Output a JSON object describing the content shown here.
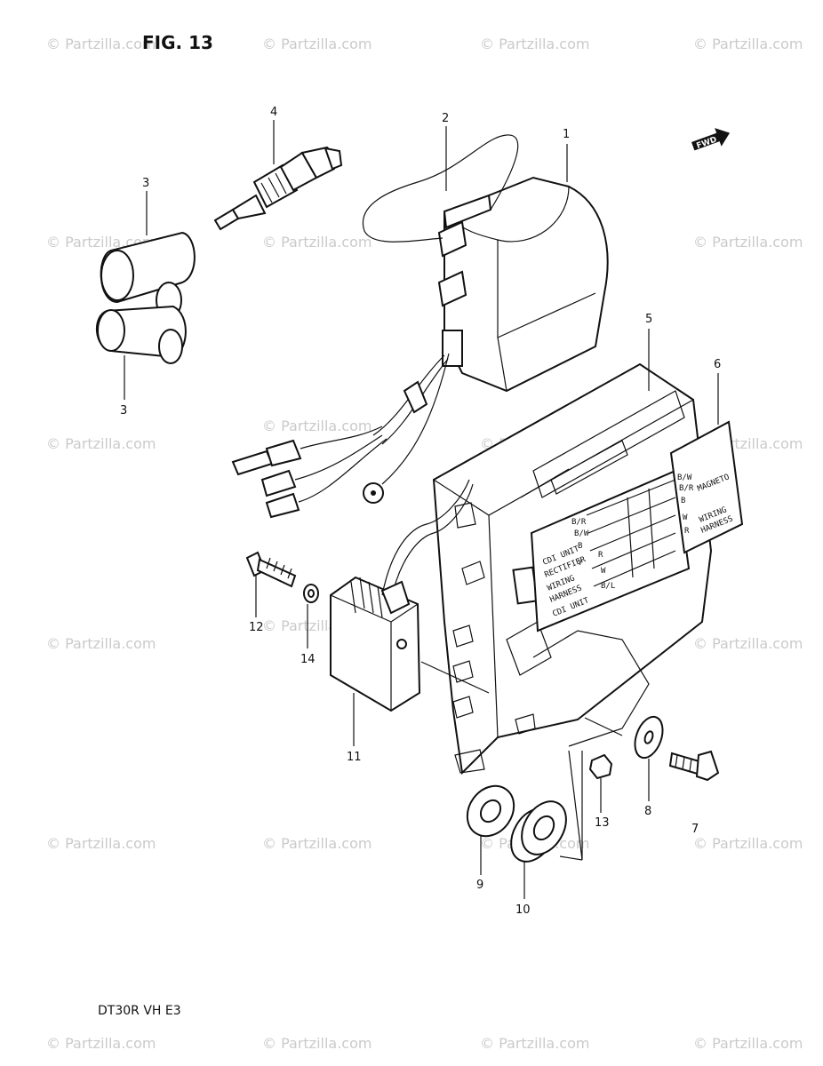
{
  "figure": {
    "title": "FIG. 13"
  },
  "footer": {
    "code": "DT30R VH E3"
  },
  "fwd_label": "FWD",
  "watermark": "© Partzilla.com",
  "label_on_part6": {
    "line1": "MAGNETO",
    "line2": "WIRING",
    "line3": "HARNESS",
    "wires": [
      "B/W",
      "B/R",
      "B",
      "W",
      "R"
    ]
  },
  "label_on_part5": {
    "line1": "CDI UNIT",
    "line2": "RECTIFIER",
    "line3": "WIRING",
    "line4": "HARNESS",
    "line5": "CDI UNIT",
    "wires": [
      "B/R",
      "B/W",
      "B",
      "Y",
      "R",
      "W",
      "B/L"
    ]
  },
  "callouts": [
    "1",
    "2",
    "3",
    "3",
    "4",
    "5",
    "6",
    "7",
    "8",
    "9",
    "10",
    "11",
    "12",
    "13",
    "14"
  ]
}
